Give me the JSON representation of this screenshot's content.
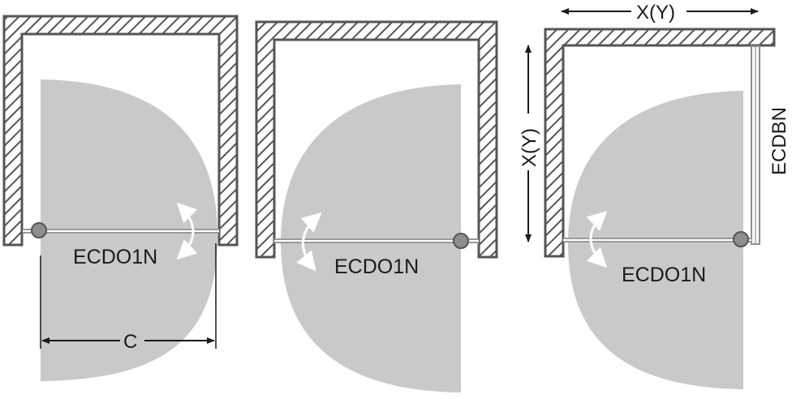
{
  "colors": {
    "wall_stroke": "#555555",
    "hatch": "#555555",
    "swing_area": "#c9c9c9",
    "door_bar": "#9a9a9a",
    "hinge": "#8e8e8e",
    "arrow": "#ffffff",
    "text": "#1a1a1a"
  },
  "panels": [
    {
      "door_label": "ECDO1N",
      "hinge_side": "left"
    },
    {
      "door_label": "ECDO1N",
      "hinge_side": "right"
    },
    {
      "door_label": "ECDO1N",
      "hinge_side": "right",
      "side_panel_label": "ECDBN"
    }
  ],
  "dimensions": {
    "opening_width_label": "C",
    "enclosure_width_label": "X(Y)",
    "enclosure_depth_label": "X(Y)"
  }
}
